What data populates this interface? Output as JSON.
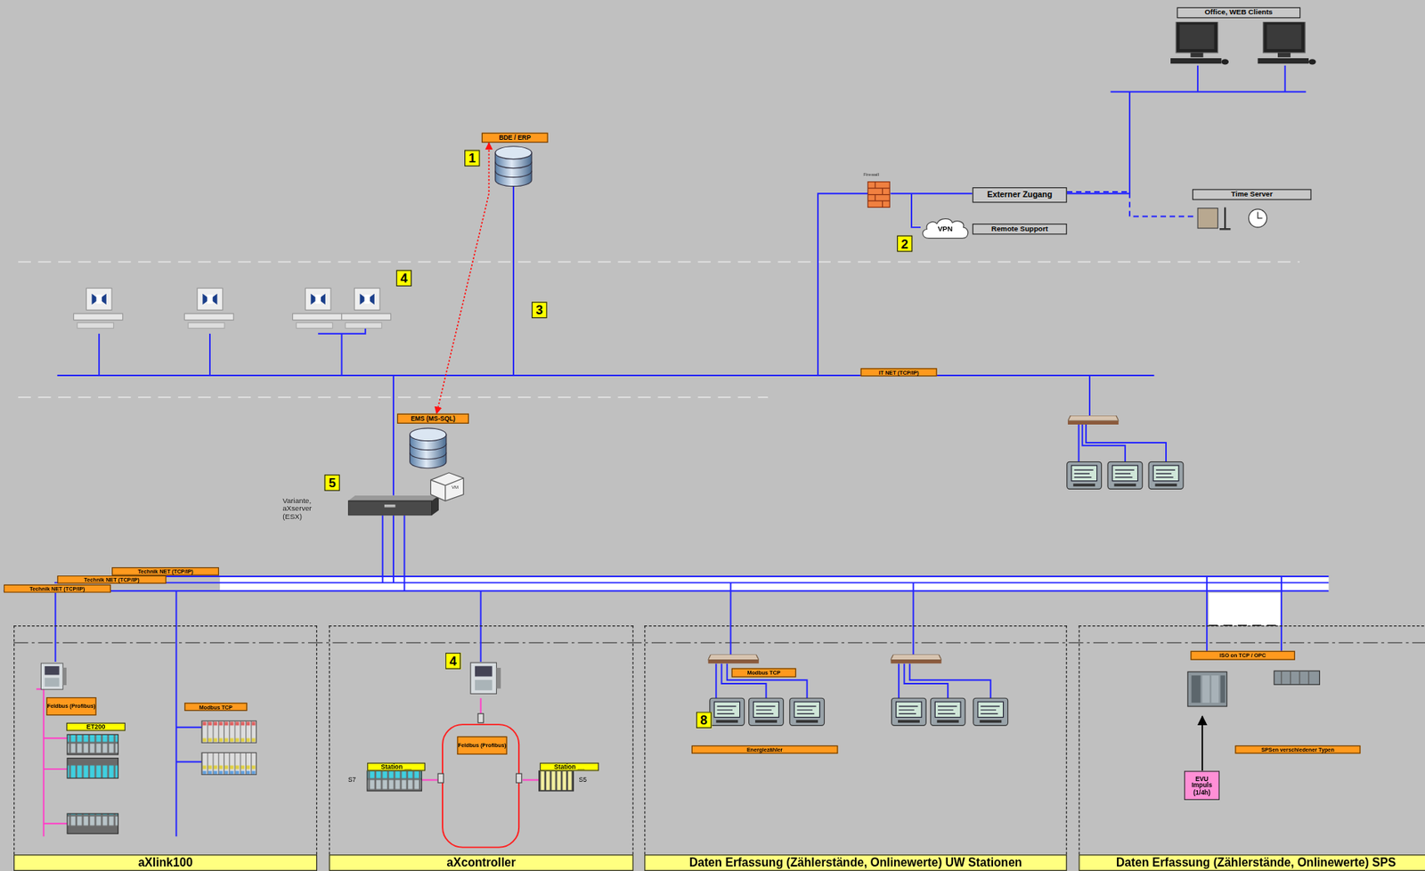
{
  "diagram": {
    "nodes": [
      {
        "text": [
          "Office, WEB Clients"
        ]
      },
      {
        "text": [
          "BDE / ERP"
        ]
      },
      {
        "text": [
          "Externer Zugang"
        ]
      },
      {
        "text": [
          "VPN"
        ]
      },
      {
        "text": [
          "Remote Support"
        ]
      },
      {
        "text": [
          "Time Server"
        ]
      },
      {
        "text": [
          "IT NET (TCP/IP)"
        ]
      },
      {
        "text": [
          "EMS (MS-SQL)"
        ]
      },
      {
        "text": [
          "Technik NET (TCP/IP)"
        ]
      },
      {
        "text": [
          "Technik NET (TCP/IP)"
        ]
      },
      {
        "text": [
          "Technik NET (TCP/IP)"
        ]
      },
      {
        "text": [
          "aXlink100"
        ]
      },
      {
        "text": [
          "Feldbus (Profibus)"
        ],
        "in": 11
      },
      {
        "text": [
          "ET200"
        ],
        "in": 11
      },
      {
        "text": [
          "Modbus TCP"
        ],
        "in": 11
      },
      {
        "text": [
          "aXcontroller"
        ]
      },
      {
        "text": [
          "Feldbus (Profibus)"
        ],
        "in": 15
      },
      {
        "text": [
          "Station __"
        ],
        "in": 15
      },
      {
        "text": [
          "Station __"
        ],
        "in": 15
      },
      {
        "text": [
          "Daten Erfassung (Zählerstände, Onlinewerte) UW Stationen"
        ]
      },
      {
        "text": [
          "Modbus TCP"
        ],
        "in": 19
      },
      {
        "text": [
          "Energiezähler"
        ],
        "in": 19
      },
      {
        "text": [
          "Daten Erfassung (Zählerstände, Onlinewerte) SPS"
        ]
      },
      {
        "text": [
          "ISO on TCP / OPC"
        ],
        "in": 22
      },
      {
        "text": [
          "SPSen verschiedener Typen"
        ],
        "in": 22
      },
      {
        "text": [
          "EVU Impuls (1/4h)"
        ],
        "in": 22
      }
    ],
    "edges": [
      {
        "from": 1,
        "to": 7,
        "arrow": "both"
      }
    ],
    "labels": [
      "1",
      "Firewall",
      "2",
      "4",
      "3",
      "5",
      "Variante, aXserver (ESX)",
      "VM",
      "4",
      "S7",
      "S5",
      "8"
    ]
  }
}
